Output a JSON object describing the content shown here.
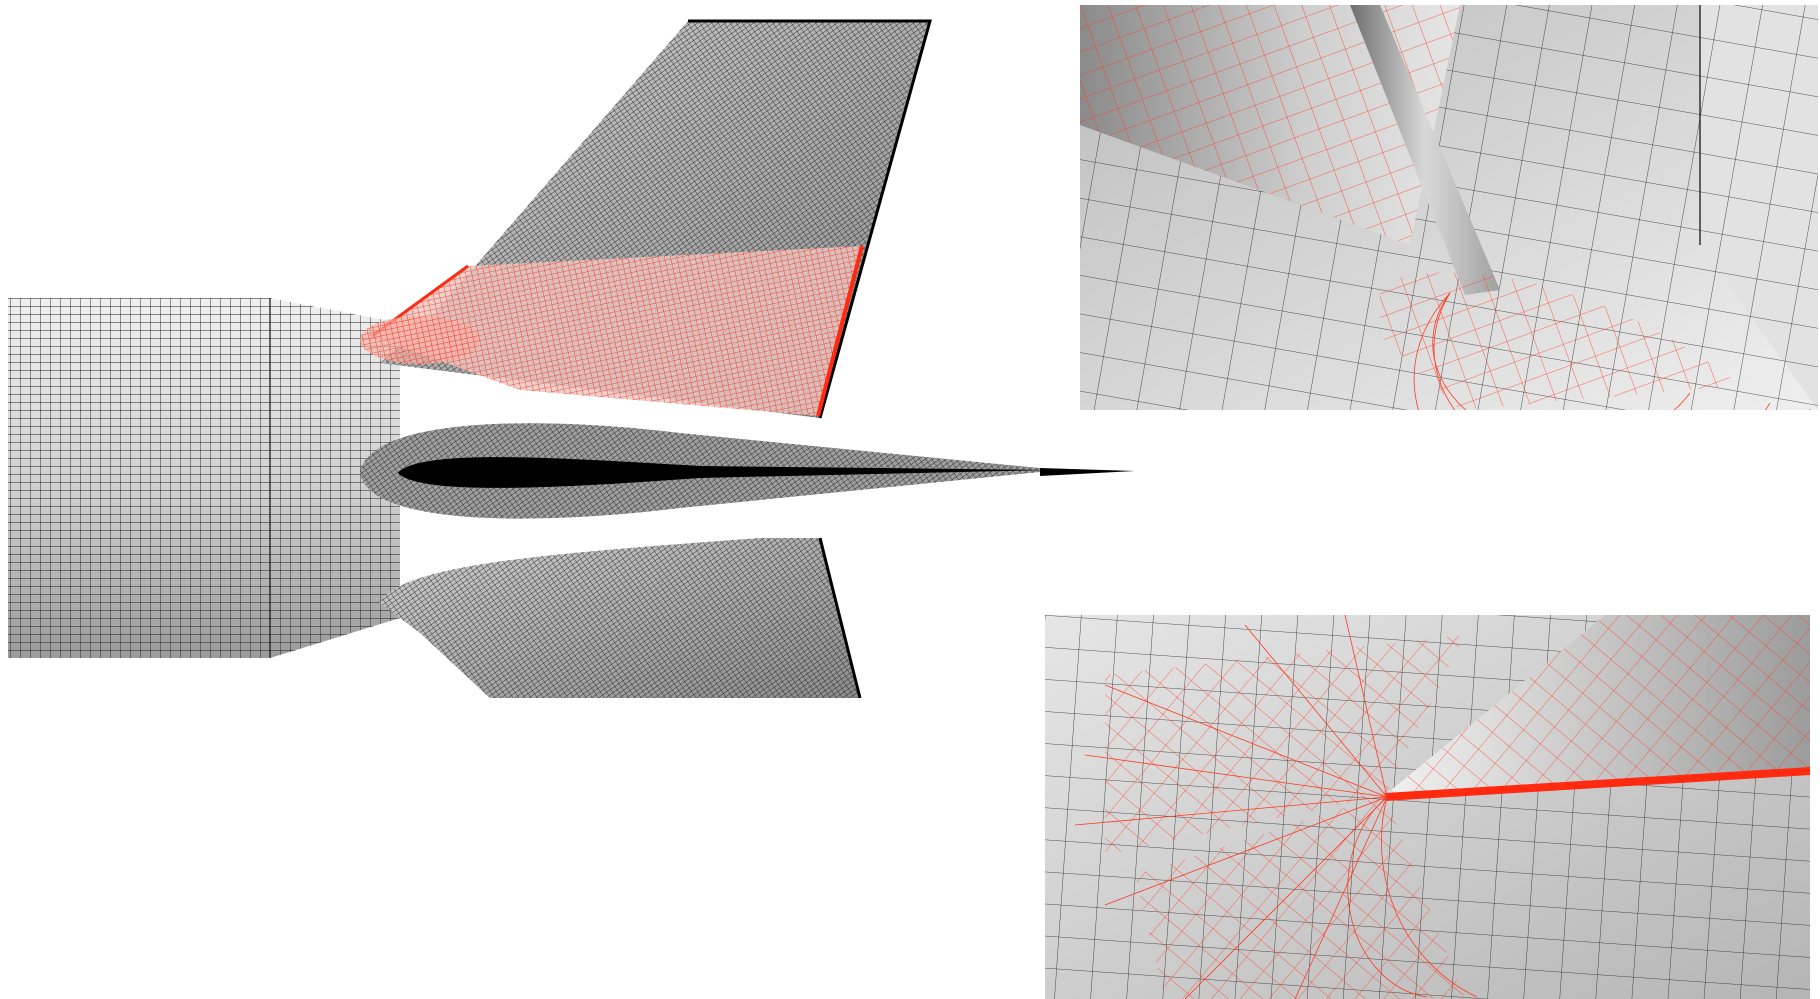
{
  "figure": {
    "panels": [
      {
        "id": "overview",
        "subject": "tail-fin-junction-surface-mesh"
      },
      {
        "id": "detail-upper",
        "subject": "fin-leading-edge-root-mesh-closeup"
      },
      {
        "id": "detail-lower",
        "subject": "fin-root-mesh-closeup"
      }
    ],
    "colors": {
      "background": "#ffffff",
      "mesh_lines": "#111111",
      "highlight_mesh": "#ff2a10",
      "surface_light": "#e2e2e2",
      "surface_dark": "#9a9a9a"
    }
  }
}
